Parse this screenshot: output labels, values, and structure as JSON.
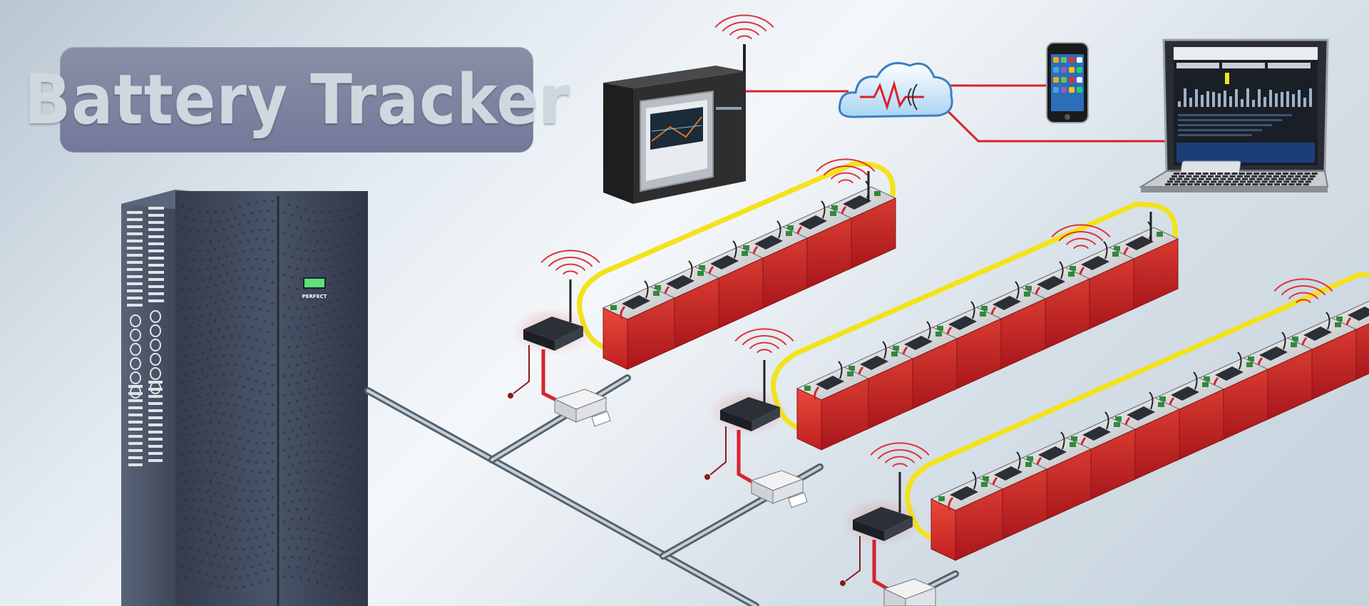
{
  "header": {
    "title": "Battery Tracker"
  },
  "cabinet": {
    "brand": "PERFECT"
  },
  "colors": {
    "wireless_signal": "#e0323c",
    "network_line": "#d8222c",
    "battery_string_outline": "#f4e21a",
    "battery_body": "#d8282a",
    "conduit": "#8a98a6",
    "cabinet": "#3d4658",
    "title_box": "#7b819e"
  },
  "icons": [
    "wireless-signal-icon",
    "cloud-icon",
    "smartphone-icon",
    "laptop-icon",
    "monitor-unit-icon",
    "ups-cabinet-icon",
    "battery-icon",
    "sensor-module-icon",
    "junction-box-icon"
  ],
  "battery_strings": [
    {
      "cells": 6
    },
    {
      "cells": 8
    },
    {
      "cells": 10
    }
  ]
}
